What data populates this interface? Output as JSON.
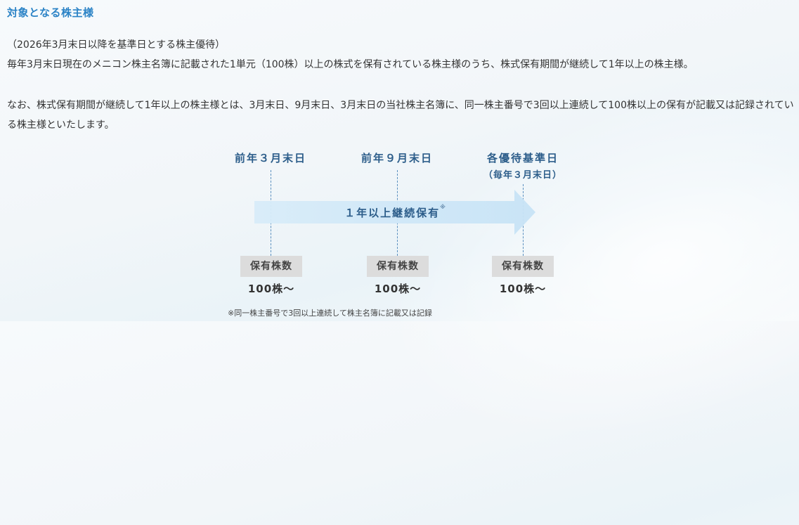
{
  "section": {
    "heading": "対象となる株主様",
    "paragraph1": "（2026年3月末日以降を基準日とする株主優待）",
    "paragraph2": "毎年3月末日現在のメニコン株主名簿に記載された1単元（100株）以上の株式を保有されている株主様のうち、株式保有期間が継続して1年以上の株主様。",
    "paragraph3": "なお、株式保有期間が継続して1年以上の株主様とは、3月末日、9月末日、3月末日の当社株主名簿に、同一株主番号で3回以上連続して100株以上の保有が記載又は記録されている株主様といたします。"
  },
  "diagram": {
    "columns": [
      {
        "label": "前年３月末日",
        "sub": "",
        "box": "保有株数",
        "shares": "100株〜"
      },
      {
        "label": "前年９月末日",
        "sub": "",
        "box": "保有株数",
        "shares": "100株〜"
      },
      {
        "label": "各優待基準日",
        "sub": "（毎年３月末日）",
        "box": "保有株数",
        "shares": "100株〜"
      }
    ],
    "arrow_text": "１年以上継続保有",
    "arrow_mark": "※",
    "note": "※同一株主番号で3回以上連続して株主名簿に記載又は記録",
    "colors": {
      "heading": "#2b83c6",
      "label": "#2c5d8a",
      "arrow": "#cfe7f7",
      "dash": "#5a8fbf",
      "box": "#dcdcdc"
    }
  }
}
